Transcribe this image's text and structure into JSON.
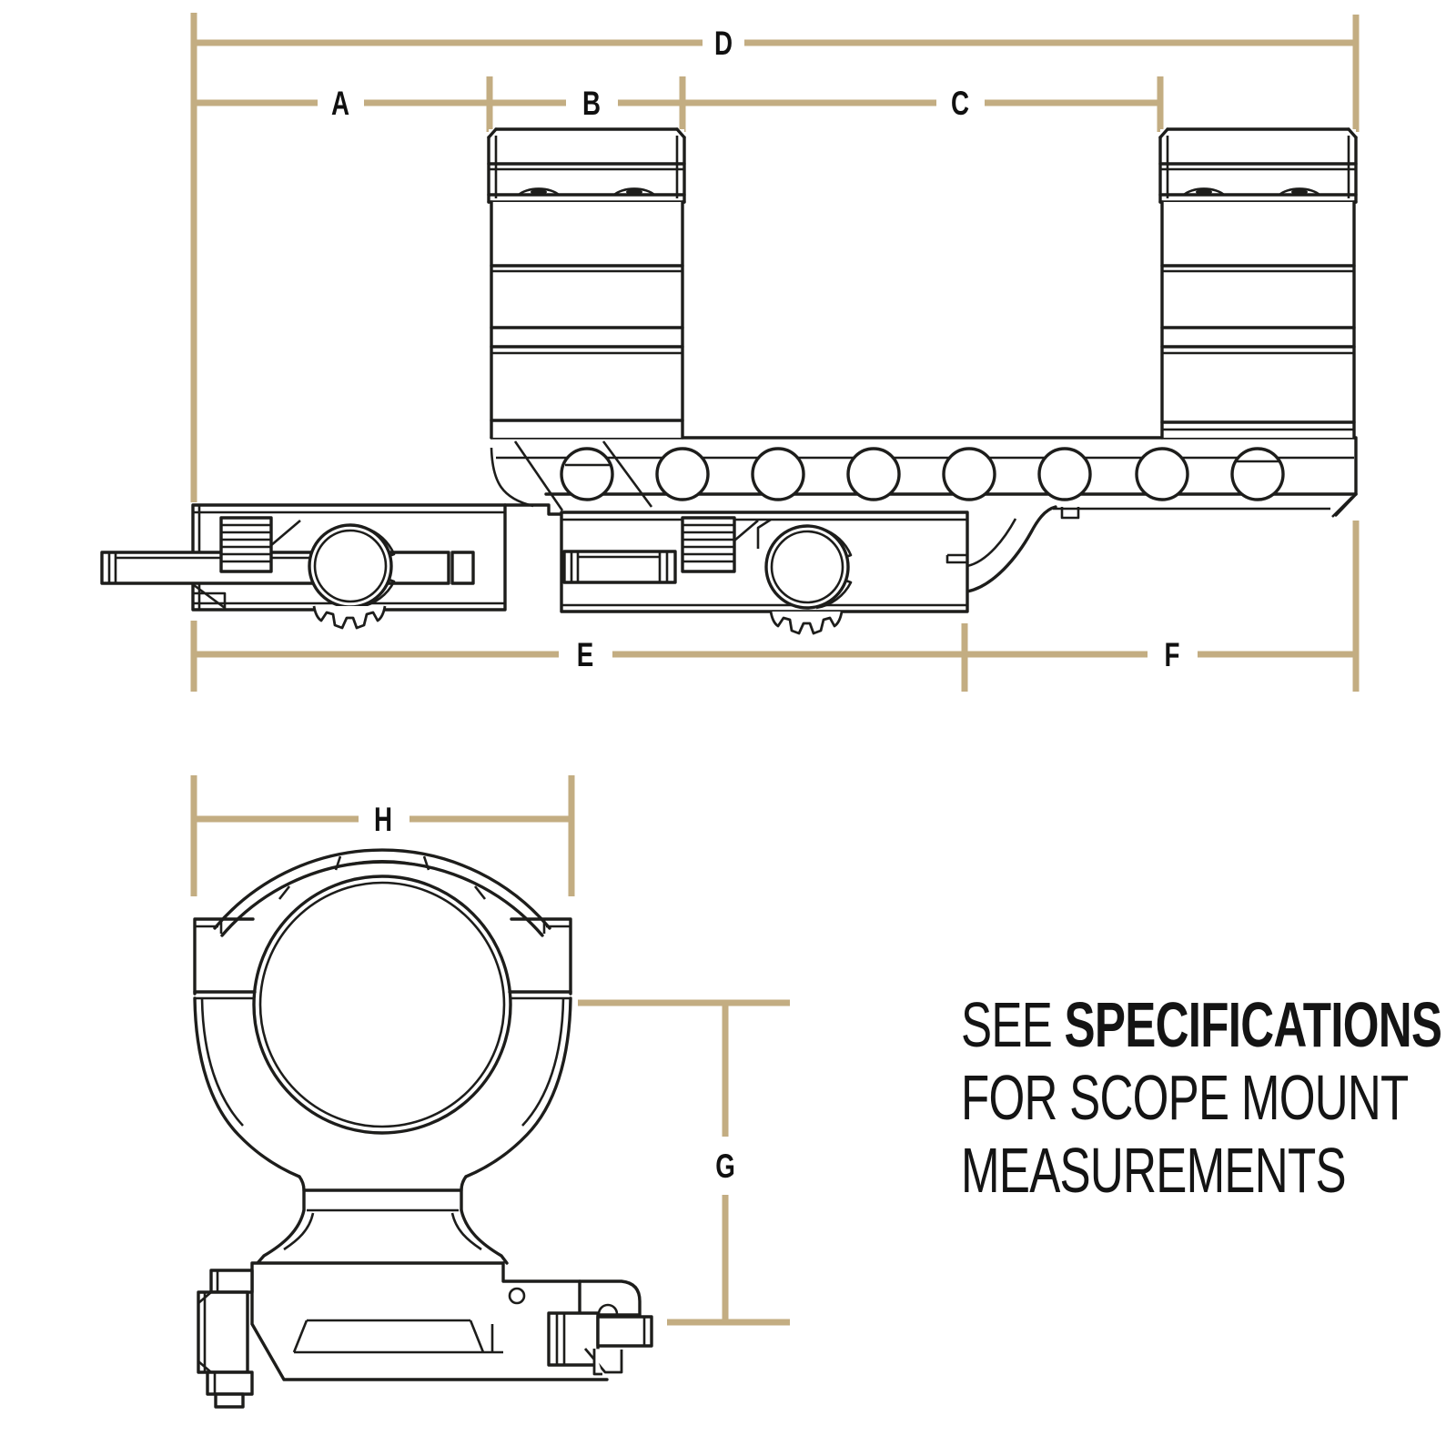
{
  "colors": {
    "dimension_line": "#C3AD82",
    "artwork_line": "#1D1D1B",
    "label_text": "#101010",
    "background": "#FFFFFF"
  },
  "dimension_labels": {
    "a": "A",
    "b": "B",
    "c": "C",
    "d": "D",
    "e": "E",
    "f": "F",
    "g": "G",
    "h": "H"
  },
  "note": {
    "lead": "SEE ",
    "emphasis": "SPECIFICATIONS",
    "line2": "FOR SCOPE MOUNT",
    "line3": "MEASUREMENTS"
  }
}
